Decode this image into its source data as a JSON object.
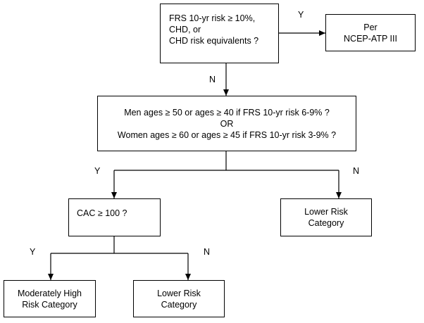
{
  "nodes": {
    "frs_question": {
      "lines": [
        "FRS 10-yr risk ≥ 10%,",
        "CHD, or",
        "CHD risk equivalents ?"
      ]
    },
    "ncep": {
      "lines": [
        "Per",
        "NCEP-ATP III"
      ]
    },
    "age_question": {
      "lines": [
        "Men ages ≥ 50 or ages ≥ 40 if FRS 10-yr risk 6-9% ?",
        "OR",
        "Women ages ≥ 60 or ages ≥ 45 if FRS 10-yr risk 3-9% ?"
      ]
    },
    "cac_question": {
      "lines": [
        "CAC ≥ 100 ?"
      ]
    },
    "lower_risk_right": {
      "lines": [
        "Lower Risk",
        "Category"
      ]
    },
    "moderately_high": {
      "lines": [
        "Moderately High",
        "Risk Category"
      ]
    },
    "lower_risk_bottom": {
      "lines": [
        "Lower Risk",
        "Category"
      ]
    }
  },
  "edge_labels": {
    "frs_yes": "Y",
    "frs_no": "N",
    "age_yes": "Y",
    "age_no": "N",
    "cac_yes": "Y",
    "cac_no": "N"
  }
}
